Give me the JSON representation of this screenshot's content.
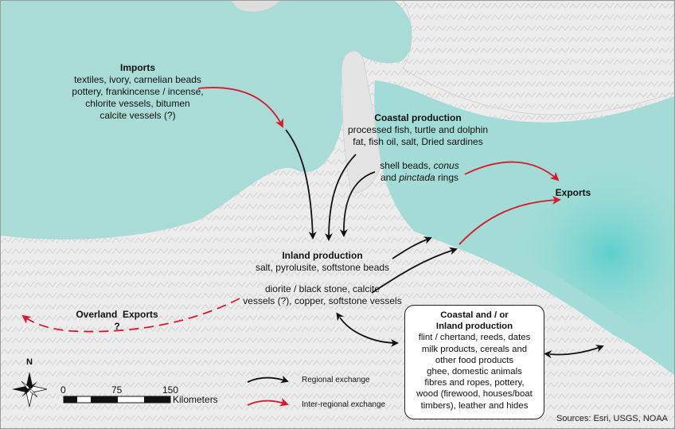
{
  "imports": {
    "title": "Imports",
    "lines": [
      "textiles, ivory, carnelian beads",
      "pottery, frankincense / incense,",
      "chlorite vessels, bitumen",
      "calcite vessels (?)"
    ]
  },
  "coastal_production": {
    "title": "Coastal production",
    "lines": [
      "processed fish, turtle and dolphin",
      "fat, fish oil, salt, Dried sardines"
    ]
  },
  "shell": {
    "line1_pre": "shell beads, ",
    "line1_em": "conus",
    "line2_pre": "and ",
    "line2_em": "pinctada",
    "line2_post": " rings"
  },
  "exports_label": "Exports",
  "inland_production": {
    "title": "Inland production",
    "line": "salt, pyrolusite, softstone beads"
  },
  "diorite": {
    "lines": [
      "diorite / black stone, calcite",
      "vessels (?), copper, softstone vessels"
    ]
  },
  "overland": {
    "title": "Overland  Exports",
    "q": "?"
  },
  "coastal_inland": {
    "title1": "Coastal and / or",
    "title2": "Inland production",
    "lines": [
      "flint / chertand, reeds, dates",
      "milk products, cereals and",
      "other food products",
      "ghee, domestic animals",
      "fibres and ropes, pottery,",
      "wood (firewood, houses/boat",
      "timbers), leather and hides"
    ]
  },
  "legend": {
    "regional": "Regional exchange",
    "inter_regional": "Inter-regional exchange",
    "regional_color": "#111111",
    "inter_regional_color": "#d7192b"
  },
  "scale": {
    "ticks": [
      "0",
      "75",
      "150"
    ],
    "unit": "Kilometers"
  },
  "north_label": "N",
  "sources": "Sources: Esri, USGS, NOAA",
  "colors": {
    "sea": "#a9dcd6",
    "deep_sea": "#7fd1cc",
    "land": "#eeeeee"
  }
}
